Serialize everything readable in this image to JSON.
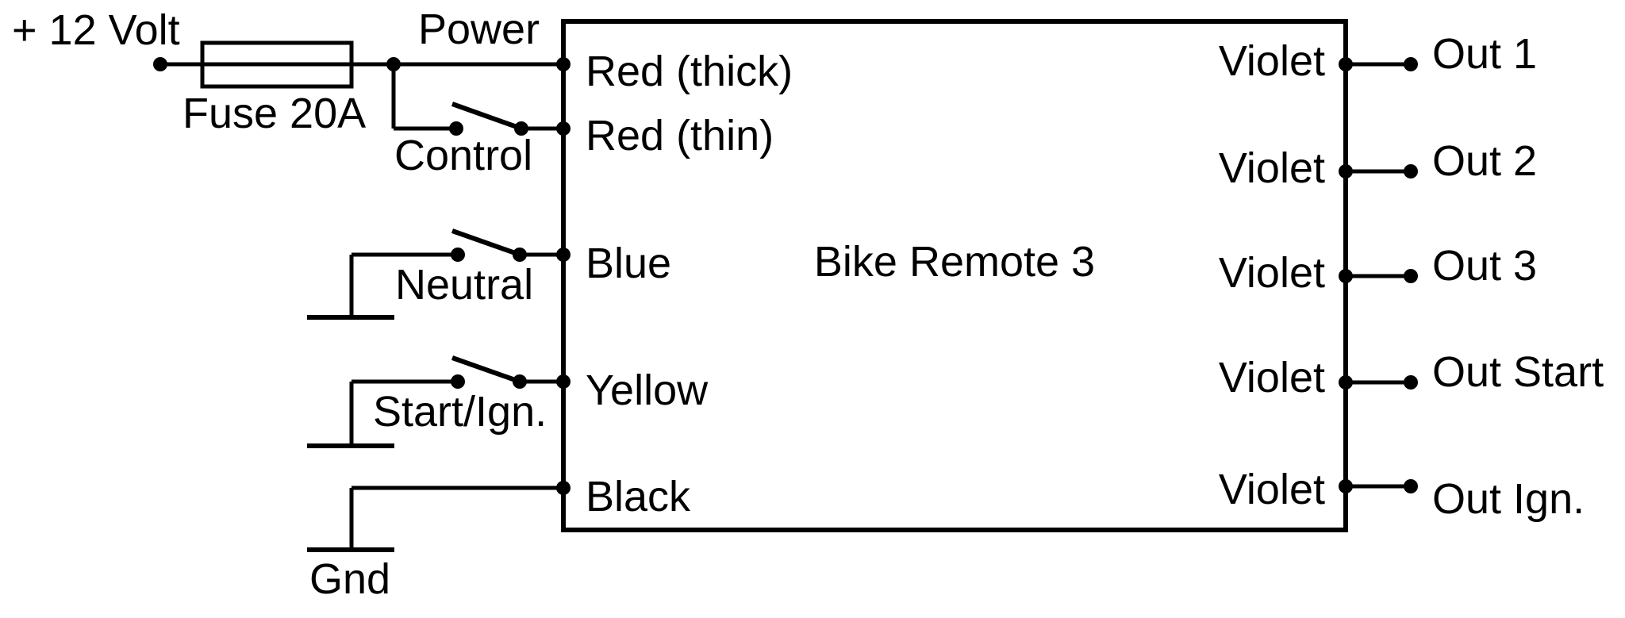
{
  "colors": {
    "line": "#000000",
    "background": "#ffffff"
  },
  "supply": {
    "label": "+ 12 Volt",
    "fuse_label": "Fuse 20A",
    "power_label": "Power"
  },
  "switches": {
    "control": "Control",
    "neutral": "Neutral",
    "start_ign": "Start/Ign.",
    "gnd": "Gnd"
  },
  "device": {
    "title": "Bike Remote 3",
    "inputs": [
      "Red (thick)",
      "Red (thin)",
      "Blue",
      "Yellow",
      "Black"
    ],
    "output_wires": [
      "Violet",
      "Violet",
      "Violet",
      "Violet",
      "Violet"
    ],
    "outputs": [
      "Out 1",
      "Out 2",
      "Out 3",
      "Out Start",
      "Out Ign."
    ]
  }
}
